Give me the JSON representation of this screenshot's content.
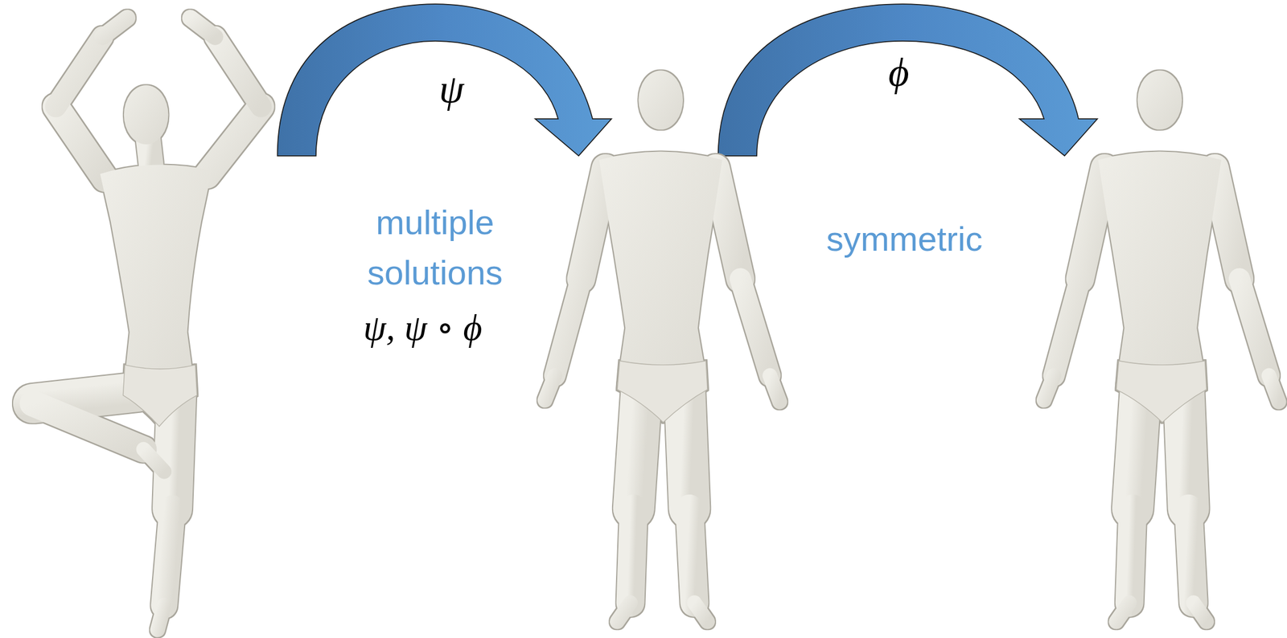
{
  "diagram": {
    "labels": [
      "ψ",
      "multiple solutions",
      "ψ, ψ ∘ ϕ",
      "ϕ",
      "symmetric"
    ]
  }
}
